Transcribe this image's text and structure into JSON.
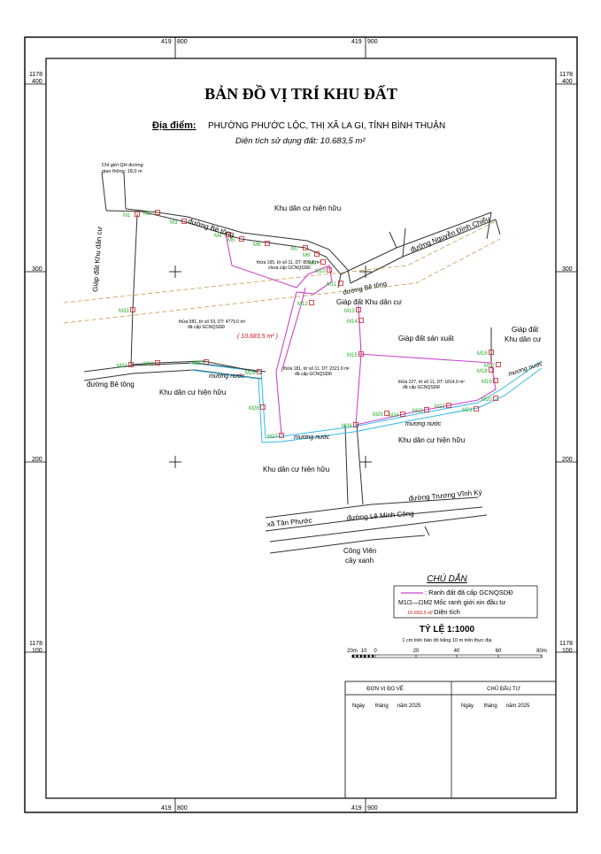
{
  "header": {
    "title": "BẢN ĐỒ VỊ TRÍ KHU ĐẤT",
    "location_label": "Địa điểm:",
    "location_value": "PHƯỜNG PHƯỚC LỘC, THỊ XÃ LA GI, TỈNH BÌNH THUẬN",
    "area_text": "Diện tích sử dụng đất: 10.683,5 m²"
  },
  "grid": {
    "top_419": "419",
    "top_800": "800",
    "top_900": "900",
    "bottom_419": "419",
    "bottom_800": "800",
    "bottom_900": "900",
    "left_1178_a": "1178",
    "left_400": "400",
    "left_300": "300",
    "left_200": "200",
    "left_1178_b": "1178",
    "left_100": "100",
    "right_1178_a": "1178",
    "right_400": "400",
    "right_300": "300",
    "right_200": "200",
    "right_1178_b": "1178",
    "right_100": "100"
  },
  "map_labels": {
    "chi_gioi_1": "Chỉ giới QH đường",
    "chi_gioi_2": "giao thông: 18,0 m",
    "khu_dan_cu_top": "Khu dân cư hiện hữu",
    "duong_be_tong_top": "đường Bê tông",
    "duong_be_tong_right": "đường Bê tông",
    "duong_be_tong_left": "đường Bê tông",
    "nguyen_dinh_chieu": "đường Nguyễn Đình Chiểu",
    "giap_dat_kdc_left": "Giáp đất Khu dân cư",
    "parcel_165_1": "thửa 165, tờ số 11, DT: 899.6 m²",
    "parcel_165_2": "chưa cấp GCNQSDĐ",
    "parcel_581_1": "thửa 581, tờ số 03, DT: 4779.0 m²",
    "parcel_581_2": "đã cấp GCNQSDĐ",
    "area_center": "( 10.683,5 m² )",
    "giap_dat_kdc_mid": "Giáp đất Khu dân cư",
    "giap_dat_sx": "Giáp đất sản xuất",
    "giap_dat_right_1": "Giáp đất",
    "giap_dat_right_2": "Khu dân cư",
    "parcel_181_1": "thửa 181, tờ số 11, DT: 2321.9 m²",
    "parcel_181_2": "đã cấp GCNQSDĐ",
    "parcel_227_1": "thửa 227, tờ số 11, DT: 1814.9 m²",
    "parcel_227_2": "đã cấp GCNQSDĐ",
    "kdc_left_mid": "Khu dân cư hiện hữu",
    "muong_nuoc_1": "mương nước",
    "muong_nuoc_2": "mương nước",
    "muong_nuoc_3": "mương nước",
    "muong_nuoc_4": "mương nước",
    "kdc_bottom_right": "Khu dân cư hiện hữu",
    "kdc_bottom_mid": "Khu dân cư hiện hữu",
    "truong_vinh_ky": "đường Trương Vĩnh Ký",
    "xa_tan_phuoc": "xã Tân Phước",
    "le_minh_cong": "đường Lê Minh Công",
    "cong_vien_1": "Công Viên",
    "cong_vien_2": "cây xanh"
  },
  "markers": [
    "M1",
    "M2",
    "M3",
    "M4",
    "M5",
    "M6",
    "M7",
    "M8",
    "M9",
    "M10",
    "M11",
    "M12",
    "M13",
    "M14",
    "M15",
    "M16",
    "M17",
    "M18",
    "M19",
    "M20",
    "M21",
    "M22",
    "M23",
    "M24",
    "M25",
    "M26",
    "M27",
    "M28",
    "M29",
    "M30",
    "M31",
    "M32",
    "M33"
  ],
  "legend": {
    "title": "CHÚ DẪN",
    "item1": ": Ranh đất đã cấp GCNQSDĐ",
    "item2_sym": "M1⊡—⊡M2",
    "item2": ": Mốc ranh giới xin đầu tư",
    "item3_sym": "10.683,5 m²",
    "item3": ": Diện tích"
  },
  "scale": {
    "title": "TỶ LỆ 1:1000",
    "note": "1 cm trên bản đồ bằng 10 m trên thực địa",
    "ticks": [
      "20m",
      "10",
      "0",
      "20",
      "40",
      "60",
      "80m"
    ]
  },
  "signature": {
    "col1_title": "ĐƠN VỊ ĐO VẼ",
    "col2_title": "CHỦ ĐẦU TƯ",
    "col1_date": "Ngày       tháng      năm 2025",
    "col2_date": "Ngày       tháng      năm 2025"
  },
  "colors": {
    "boundary": "#cc44cc",
    "marker": "#cc2222",
    "marker_label": "#22aa22",
    "road": "#333333",
    "ditch": "#33b8e6",
    "area_red": "#cc1111"
  }
}
